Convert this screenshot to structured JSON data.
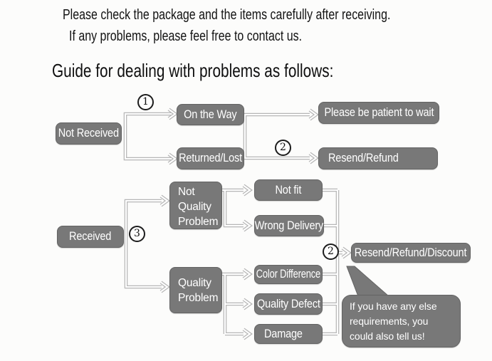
{
  "intro": {
    "line1": "Please check the package and the items carefully after receiving.",
    "line2": "If any problems, please feel free to contact us.",
    "title": "Guide for dealing with problems as follows:"
  },
  "steps": {
    "one": "1",
    "two": "2",
    "three": "3"
  },
  "nodes": {
    "not_received": "Not Received",
    "on_the_way": "On the Way",
    "returned_lost": "Returned/Lost",
    "be_patient": "Please be patient to wait",
    "resend_refund": "Resend/Refund",
    "received": "Received",
    "not_quality_problem": "Not Quality Problem",
    "quality_problem": "Quality Problem",
    "not_fit": "Not fit",
    "wrong_delivery": "Wrong Delivery",
    "color_difference": "Color Difference",
    "quality_defect": "Quality Defect",
    "damage": "Damage",
    "resend_refund_discount": "Resend/Refund/Discount"
  },
  "bubble": {
    "text": "If you have any else requirements, you could also tell us!"
  },
  "colors": {
    "box": "#787878",
    "box_border": "#636363",
    "line": "#b6b6b6",
    "text_on_box": "#ffffff",
    "ink": "#161616",
    "background": "#fcfcfb"
  }
}
